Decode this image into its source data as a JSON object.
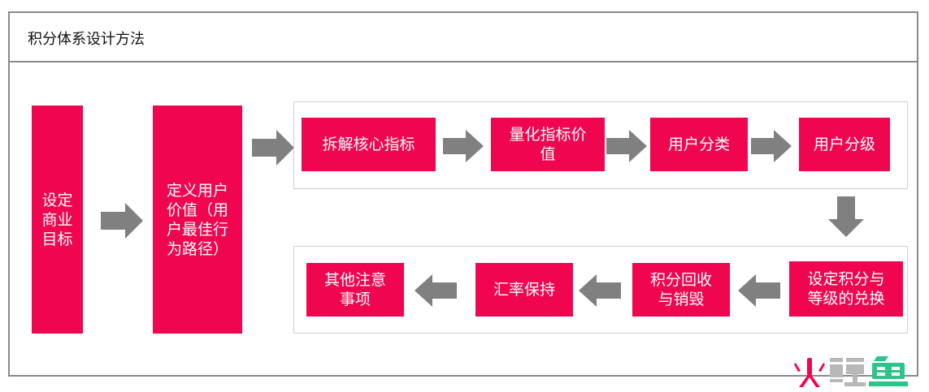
{
  "title": "积分体系设计方法",
  "nodes": {
    "set_goal": "设定\n商业\n目标",
    "define_value": "定义用户\n价值（用\n户最佳行\n为路径）",
    "split_metrics": "拆解核心指标",
    "quantify_value": "量化指标价\n值",
    "user_classify": "用户分类",
    "user_level": "用户分级",
    "set_points": "设定积分与\n等级的兑换",
    "recycle": "积分回收\n与销毁",
    "rate_keep": "汇率保持",
    "other_notes": "其他注意\n事项"
  },
  "colors": {
    "box": "#f0064e",
    "arrow": "#808080",
    "border": "#8a8a8a"
  },
  "logo": {
    "text": "火鲤鱼"
  }
}
